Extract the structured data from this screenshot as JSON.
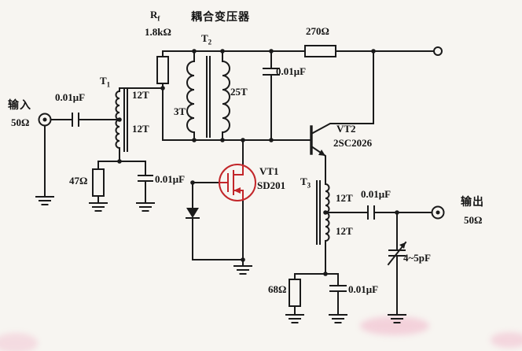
{
  "canvas": {
    "bg": "#f7f5f1",
    "ink": "#1a1a1a",
    "red": "#c2262a"
  },
  "labels": {
    "input": "输入",
    "input_z": "50Ω",
    "cap_input": "0.01μF",
    "t1": {
      "base": "T",
      "sub": "1",
      "w1": "12T",
      "w2": "12T"
    },
    "r47": "47Ω",
    "cap_t1": "0.01μF",
    "rf": {
      "base": "R",
      "sub": "f",
      "value": "1.8kΩ"
    },
    "coupling": "耦合变压器",
    "t2": {
      "base": "T",
      "sub": "2",
      "primary": "3T",
      "secondary": "25T"
    },
    "r270": "270Ω",
    "cap_decouple": "0.01μF",
    "vt1": {
      "ref": "VT1",
      "part": "SD201"
    },
    "vt2": {
      "ref": "VT2",
      "part": "2SC2026"
    },
    "t3": {
      "base": "T",
      "sub": "3",
      "w1": "12T",
      "w2": "12T"
    },
    "cap_out": "0.01μF",
    "output": "输出",
    "output_z": "50Ω",
    "trimmer": "4~5pF",
    "r68": "68Ω",
    "cap_bypass": "0.01μF"
  }
}
